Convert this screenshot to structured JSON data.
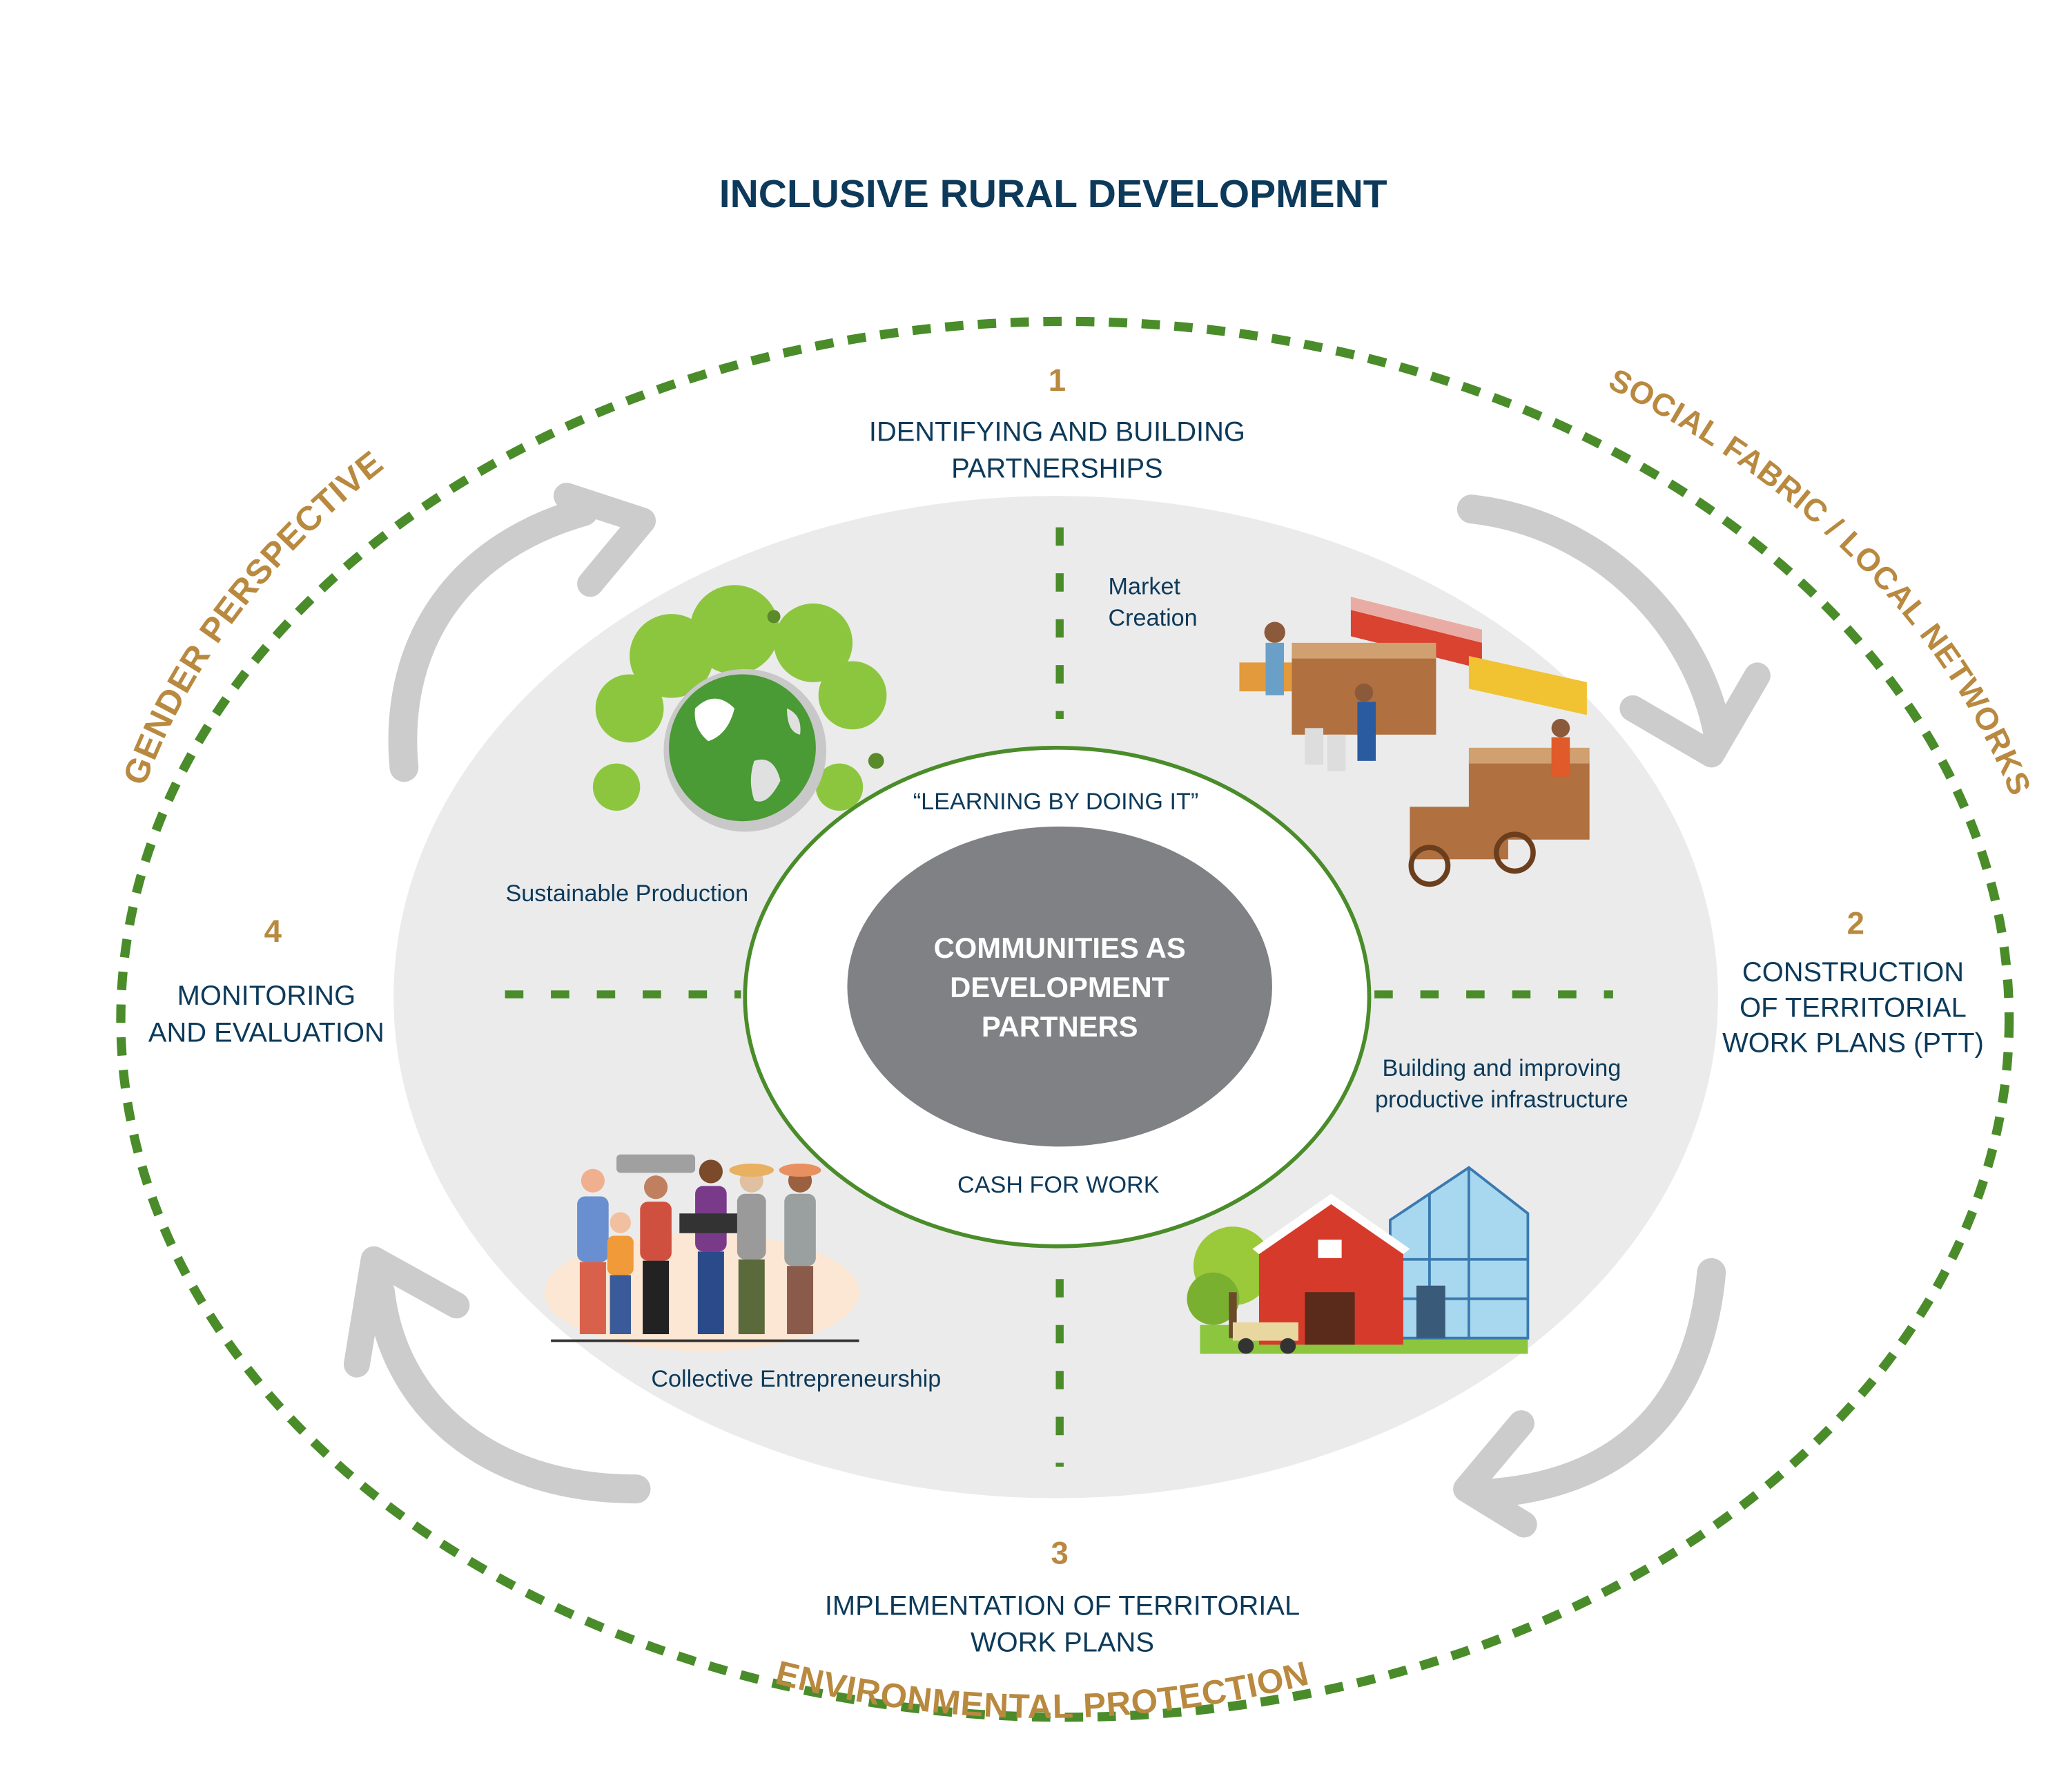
{
  "title": "INCLUSIVE RURAL DEVELOPMENT",
  "colors": {
    "navy": "#0d3a5a",
    "gold": "#b8893f",
    "green": "#4a8c2a",
    "ellipse_gray": "#ebebeb",
    "center_gray": "#808184",
    "arrow_gray": "#cccccc"
  },
  "steps": [
    {
      "number": "1",
      "lines": [
        "IDENTIFYING AND BUILDING",
        "PARTNERSHIPS"
      ]
    },
    {
      "number": "2",
      "lines": [
        "CONSTRUCTION",
        "OF TERRITORIAL",
        "WORK PLANS (PTT)"
      ]
    },
    {
      "number": "3",
      "lines": [
        "IMPLEMENTATION OF TERRITORIAL",
        "WORK PLANS"
      ]
    },
    {
      "number": "4",
      "lines": [
        "MONITORING",
        "AND EVALUATION"
      ]
    }
  ],
  "themes": {
    "left": "GENDER PERSPECTIVE",
    "right": "SOCIAL FABRIC / LOCAL NETWORKS",
    "bottom": "ENVIRONMENTAL PROTECTION"
  },
  "quadrants": {
    "top_left": {
      "label": "Sustainable Production",
      "icon": "green-earth-trees-icon"
    },
    "top_right": {
      "label_lines": [
        "Market",
        "Creation"
      ],
      "icon": "market-stalls-icon"
    },
    "bottom_left": {
      "label": "Collective Entrepreneurship",
      "icon": "community-group-icon"
    },
    "bottom_right": {
      "label_lines": [
        "Building and  improving",
        "productive infrastructure"
      ],
      "icon": "barn-greenhouse-icon"
    }
  },
  "inner_ring": {
    "top": "“LEARNING BY DOING IT”",
    "bottom": "CASH FOR WORK"
  },
  "center": {
    "lines": [
      "COMMUNITIES AS",
      "DEVELOPMENT",
      "PARTNERS"
    ]
  }
}
